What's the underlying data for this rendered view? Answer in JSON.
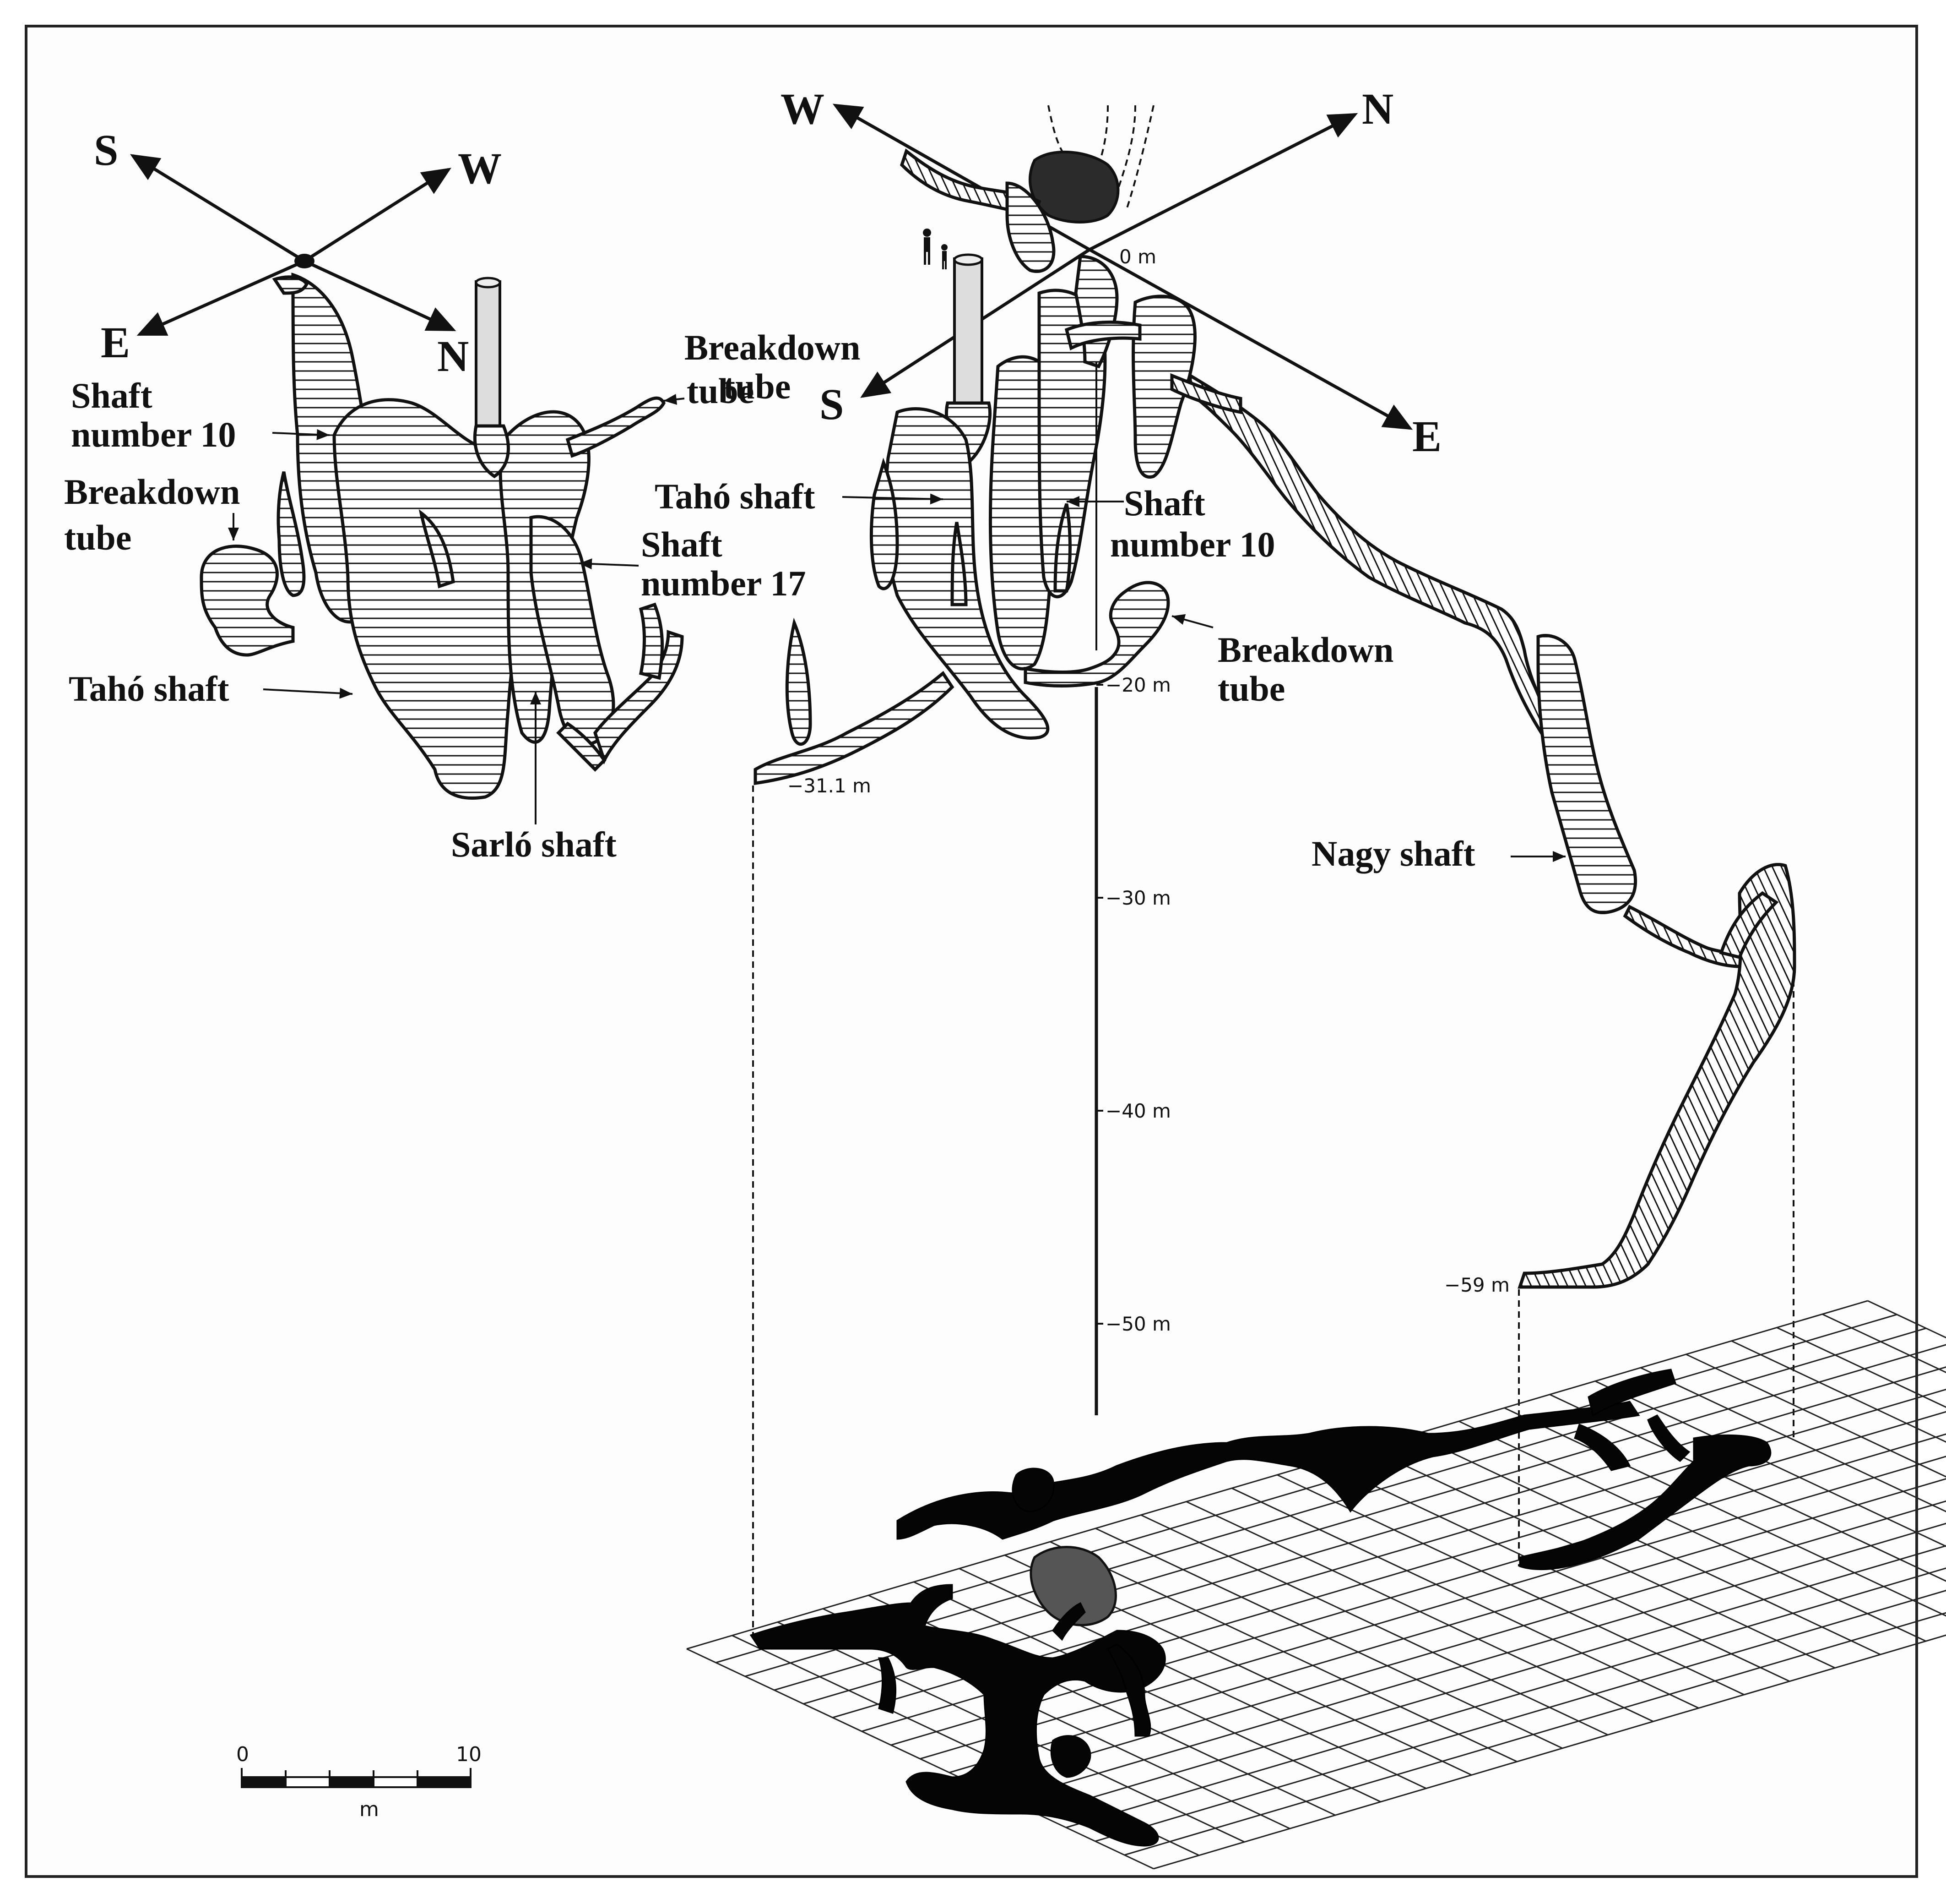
{
  "left_view": {
    "compass": {
      "s": "S",
      "w": "W",
      "e": "E",
      "n": "N"
    },
    "labels": {
      "shaft10_l1": "Shaft",
      "shaft10_l2": "number 10",
      "breakdown_tube_right_l1": "Breakdown",
      "breakdown_tube_right_l2": "tube",
      "breakdown_tube_left_l1": "Breakdown",
      "breakdown_tube_left_l2": "tube",
      "shaft17_l1": "Shaft",
      "shaft17_l2": "number 17",
      "taho_shaft": "Tahó shaft",
      "sarlo_shaft": "Sarló shaft"
    }
  },
  "right_view": {
    "compass": {
      "w": "W",
      "n": "N",
      "s": "S",
      "e": "E"
    },
    "labels": {
      "breakdown_tube_top_l1": "Breakdown",
      "breakdown_tube_top_l2": "tube",
      "taho_shaft": "Tahó shaft",
      "shaft10_l1": "Shaft",
      "shaft10_l2": "number 10",
      "breakdown_tube_bottom_l1": "Breakdown",
      "breakdown_tube_bottom_l2": "tube",
      "nagy_shaft": "Nagy shaft"
    },
    "depth_markers": {
      "d0": "0 m",
      "d20": "−20 m",
      "d30": "−30 m",
      "d40": "−40 m",
      "d50": "−50 m",
      "d31": "−31.1 m",
      "d59": "−59 m"
    }
  },
  "scale_bar": {
    "start": "0",
    "end": "10",
    "unit": "m"
  }
}
